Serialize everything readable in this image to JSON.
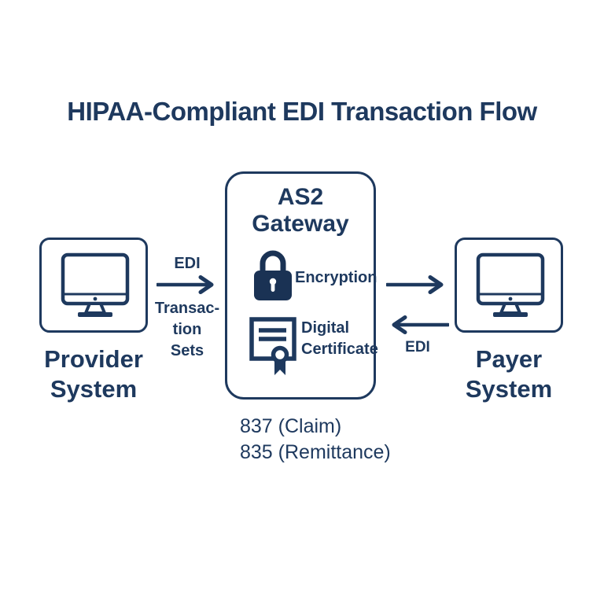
{
  "colors": {
    "navy": "#1e395e",
    "navy_fill": "#1a3254",
    "background": "#ffffff"
  },
  "title": "HIPAA-Compliant EDI Transaction Flow",
  "provider": {
    "icon": "monitor-icon",
    "label_line1": "Provider",
    "label_line2": "System"
  },
  "gateway": {
    "title_line1": "AS2",
    "title_line2": "Gateway",
    "features": [
      {
        "icon": "lock-icon",
        "label": "Encryption"
      },
      {
        "icon": "certificate-icon",
        "label_line1": "Digital",
        "label_line2": "Certificate"
      }
    ]
  },
  "payer": {
    "icon": "monitor-icon",
    "label_line1": "Payer",
    "label_line2": "System"
  },
  "flows": {
    "provider_to_gateway": {
      "label_above": "EDI",
      "label_below_line1": "Transac-",
      "label_below_line2": "tion",
      "label_below_line3": "Sets"
    },
    "gateway_to_payer": {},
    "payer_to_gateway": {
      "label_below": "EDI"
    }
  },
  "transactions": [
    "837 (Claim)",
    "835 (Remittance)"
  ]
}
